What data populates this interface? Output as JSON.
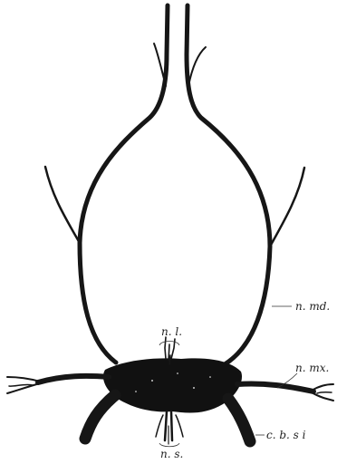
{
  "labels": {
    "n_md": "n. md.",
    "n_l": "n. l.",
    "n_mx": "n. mx.",
    "n_s": "n. s.",
    "c_b_si": "c. b. s i"
  }
}
